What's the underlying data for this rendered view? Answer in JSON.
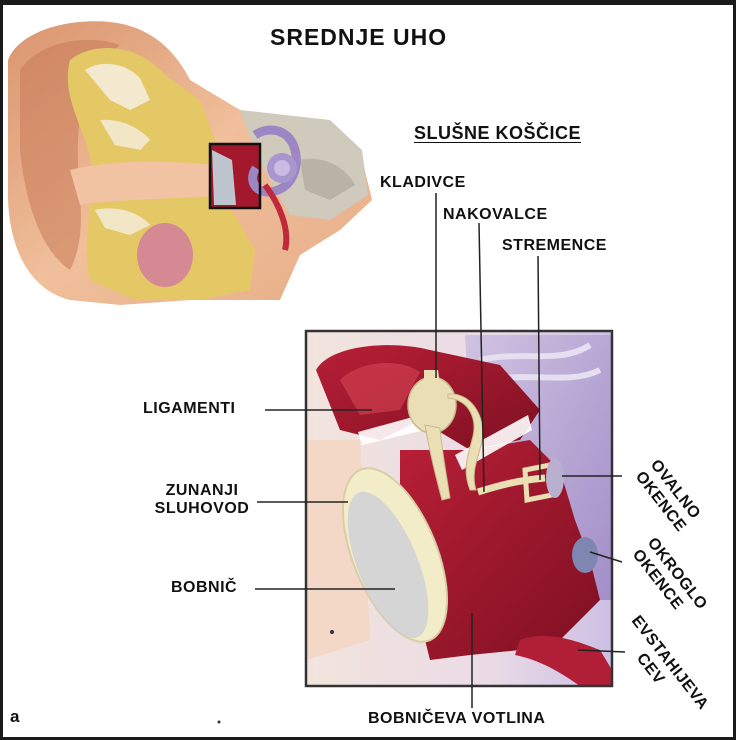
{
  "title": "SREDNJE UHO",
  "subtitle": "SLUŠNE KOŠČICE",
  "labels": {
    "kladivce": "KLADIVCE",
    "nakovalce": "NAKOVALCE",
    "stremence": "STREMENCE",
    "ligamenti": "LIGAMENTI",
    "zunanji_line1": "ZUNANJI",
    "zunanji_line2": "SLUHOVOD",
    "bobnic": "BOBNIČ",
    "bobniceva_votlina": "BOBNIČEVA VOTLINA",
    "ovalno_line1": "OVALNO",
    "ovalno_line2": "OKENCE",
    "okroglo_line1": "OKROGLO",
    "okroglo_line2": "OKENCE",
    "evstahijeva_line1": "EVSTAHIJEVA",
    "evstahijeva_line2": "CEV"
  },
  "corner_letter": "a",
  "colors": {
    "skin": "#e9b48f",
    "bone": "#e7cf74",
    "tissue_red": "#a3182d",
    "inner_ear_purple": "#9c86c4",
    "membrane": "#f3ecc8",
    "ossicle": "#eadfb4"
  }
}
